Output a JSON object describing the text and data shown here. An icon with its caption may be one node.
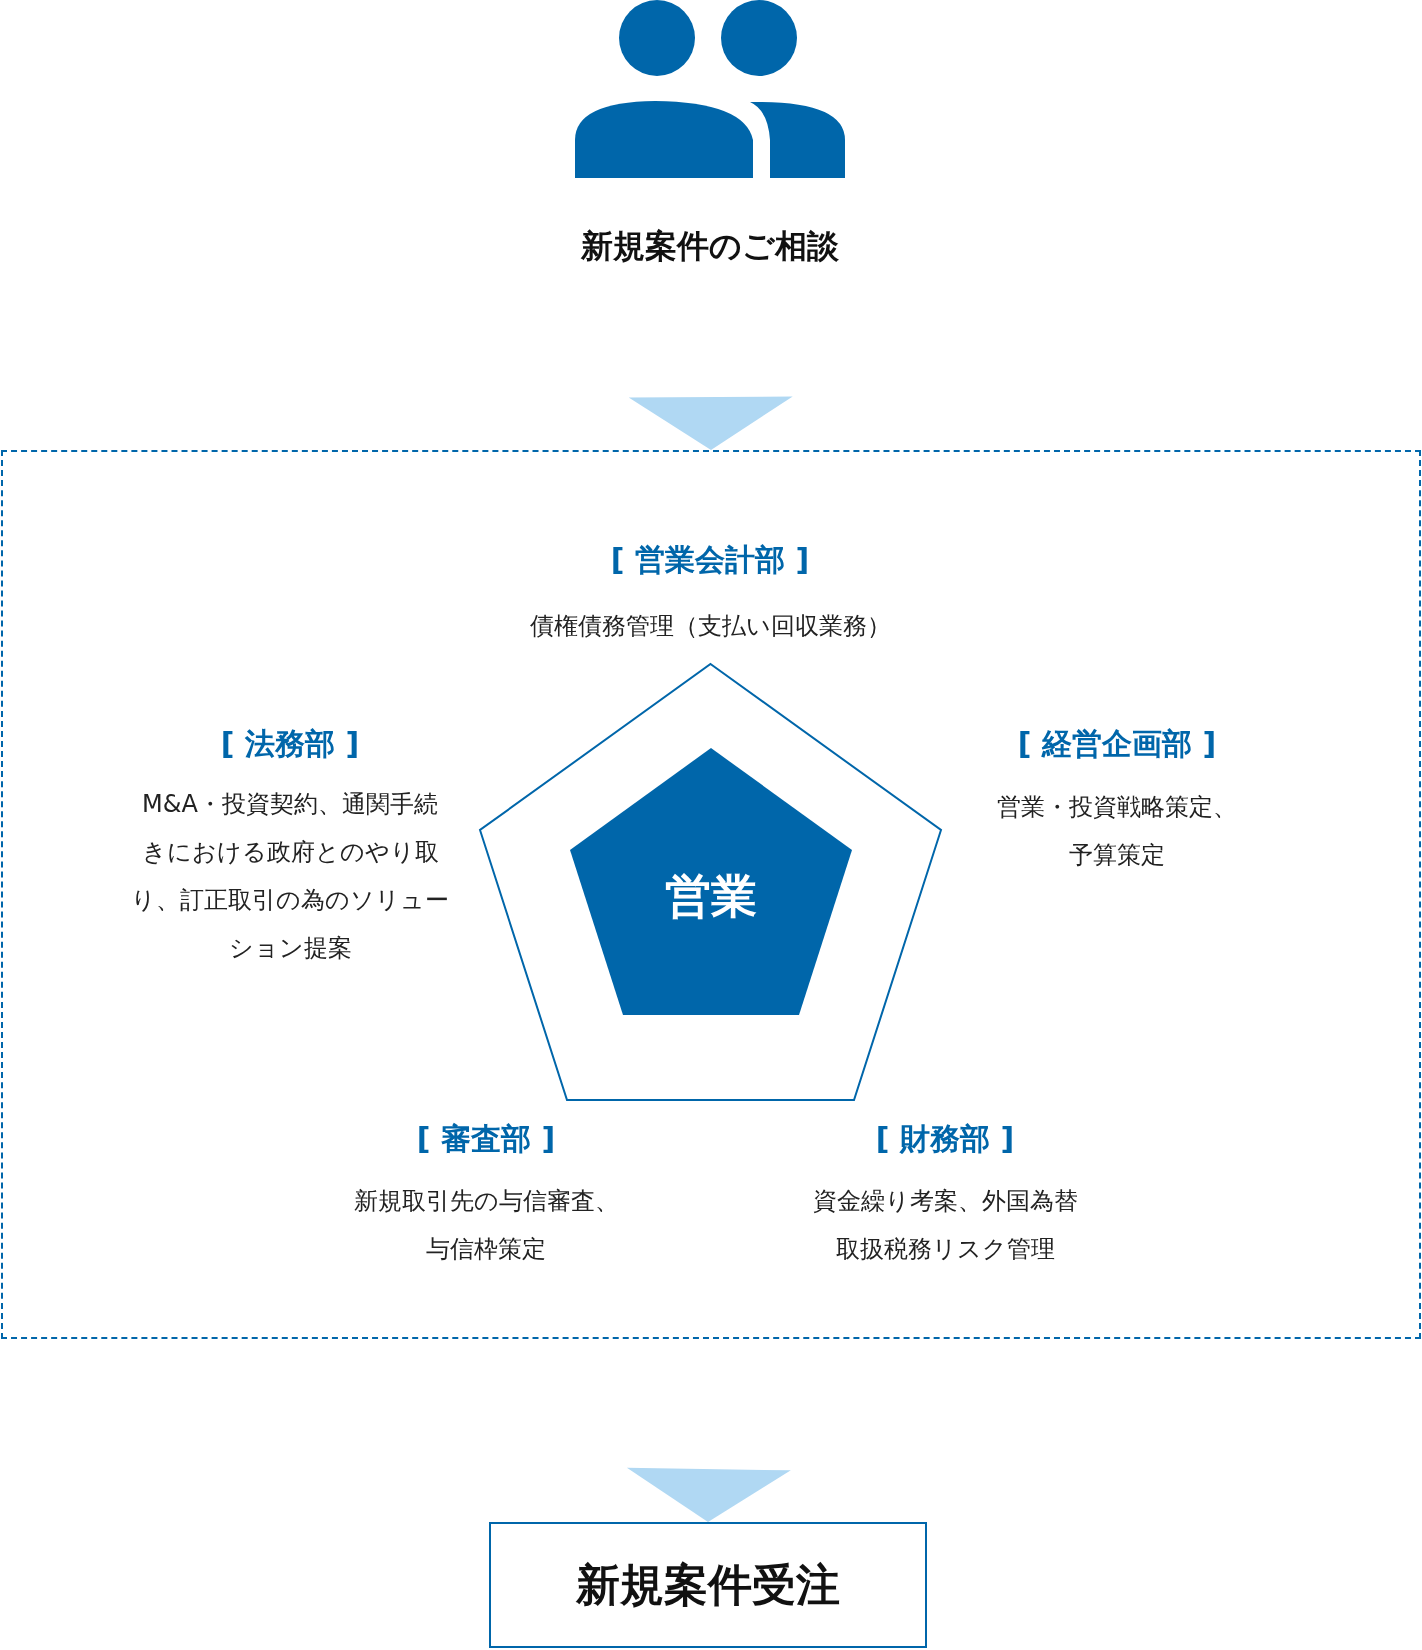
{
  "diagram": {
    "nodes": [
      {
        "text": [
          "新規案件のご相談"
        ]
      },
      {
        "text": [],
        "shape": "box"
      },
      {
        "text": [],
        "shape": "pentagon",
        "in": 1
      },
      {
        "text": [
          "営業"
        ],
        "in": 2
      },
      {
        "text": [
          "新規案件受注"
        ]
      }
    ],
    "edges": [
      {
        "from": 0,
        "to": 1,
        "arrow": "to"
      },
      {
        "from": 1,
        "to": 4,
        "arrow": "to"
      }
    ],
    "labels": [
      "[ 営業会計部 ]",
      "債権債務管理（支払い回収業務）",
      "[ 法務部 ]",
      "M&A・投資契約、通関手続きにおける政府とのやり取り、訂正取引の為のソリューション提案",
      "[ 経営企画部 ]",
      "営業・投資戦略策定、予算策定",
      "[ 審査部 ]",
      "新規取引先の与信審査、与信枠策定",
      "[ 財務部 ]",
      "資金繰り考案、外国為替取扱税務リスク管理"
    ]
  }
}
